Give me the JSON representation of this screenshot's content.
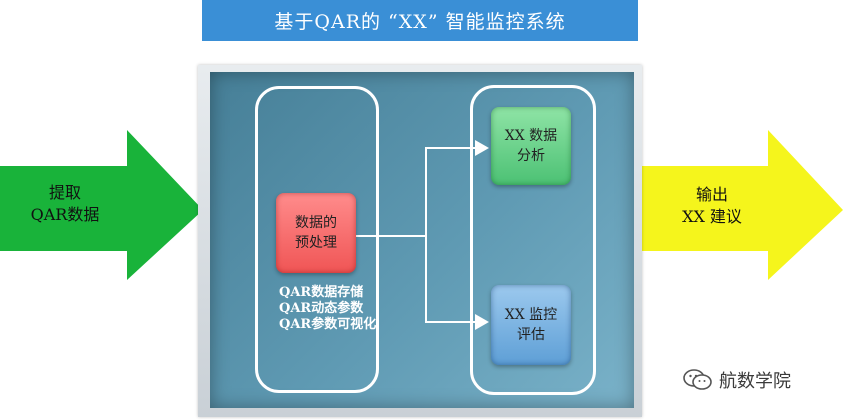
{
  "title": "基于QAR的 “XX” 智能监控系统",
  "input_arrow": {
    "line1": "提取",
    "line2": "QAR数据",
    "color": "#19b33a"
  },
  "output_arrow": {
    "line1": "输出",
    "line2": "XX 建议",
    "color": "#f5f51c"
  },
  "nodes": {
    "preprocess": {
      "line1": "数据的",
      "line2": "预处理"
    },
    "analysis": {
      "line1": "XX 数据",
      "line2": "分析"
    },
    "evaluation": {
      "line1": "XX 监控",
      "line2": "评估"
    }
  },
  "features": [
    "QAR数据存储",
    "QAR动态参数",
    "QAR参数可视化"
  ],
  "watermark": {
    "text": "航数学院",
    "icon": "wechat-icon"
  },
  "colors": {
    "title_bar": "#3a8fd6",
    "panel": "#5f9ab3",
    "preprocess": "#f05555",
    "analysis": "#4cc174",
    "evaluation": "#5e9fd6"
  }
}
